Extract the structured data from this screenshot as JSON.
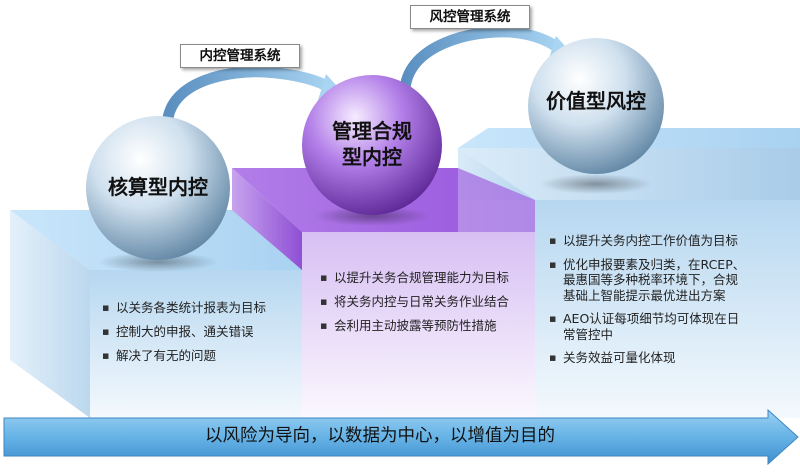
{
  "stages": [
    {
      "title": "核算型内控",
      "bullets": [
        "以关务各类统计报表为目标",
        "控制大的申报、通关错误",
        "解决了有无的问题"
      ]
    },
    {
      "title_lines": [
        "管理合规",
        "型内控"
      ],
      "bullets": [
        "以提升关务合规管理能力为目标",
        "将关务内控与日常关务作业结合",
        "会利用主动披露等预防性措施"
      ]
    },
    {
      "title": "价值型风控",
      "bullets": [
        "以提升关务内控工作价值为目标",
        "优化申报要素及归类，在RCEP、最惠国等多种税率环境下，合规基础上智能提示最优进出方案",
        "AEO认证每项细节均可体现在日常管控中",
        "关务效益可量化体现"
      ]
    }
  ],
  "transitions": [
    "内控管理系统",
    "风控管理系统"
  ],
  "banner": "以风险为导向，以数据为中心，以增值为目的",
  "colors": {
    "step_blue": "#bfe0f7",
    "step_purple": "#b58ae6",
    "sphere_blue": "#aac7de",
    "sphere_purple": "#9b58d9",
    "arrow": "#7fb6dd",
    "banner": "#66b3e6"
  }
}
